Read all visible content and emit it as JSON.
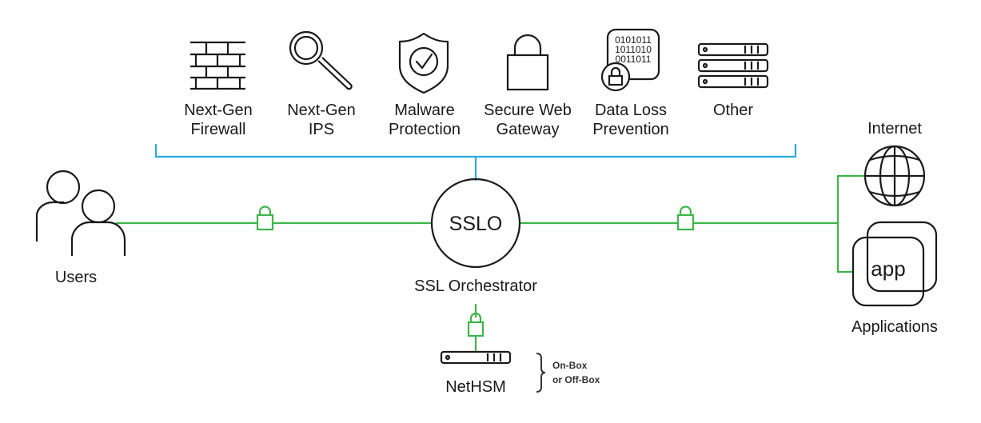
{
  "colors": {
    "secure_link": "#3cb54a",
    "service_chain": "#2ea8e0",
    "icon_stroke": "#1a1a1a"
  },
  "services": [
    {
      "icon": "brick-wall-icon",
      "line1": "Next-Gen",
      "line2": "Firewall"
    },
    {
      "icon": "magnifier-icon",
      "line1": "Next-Gen",
      "line2": "IPS"
    },
    {
      "icon": "shield-check-icon",
      "line1": "Malware",
      "line2": "Protection"
    },
    {
      "icon": "padlock-icon",
      "line1": "Secure Web",
      "line2": "Gateway"
    },
    {
      "icon": "binary-lock-icon",
      "line1": "Data Loss",
      "line2": "Prevention",
      "binary": [
        "0101011",
        "1011010",
        "0011011"
      ]
    },
    {
      "icon": "server-stack-icon",
      "line1": "Other",
      "line2": ""
    }
  ],
  "users": {
    "label": "Users",
    "icon": "users-icon"
  },
  "sslo": {
    "circle_label": "SSLO",
    "label": "SSL Orchestrator"
  },
  "internet": {
    "label": "Internet",
    "icon": "globe-icon"
  },
  "applications": {
    "label": "Applications",
    "card_text": "app",
    "icon": "app-cards-icon"
  },
  "nethsm": {
    "label": "NetHSM",
    "icon": "server-icon",
    "note_line1": "On-Box",
    "note_line2": "or Off-Box"
  }
}
